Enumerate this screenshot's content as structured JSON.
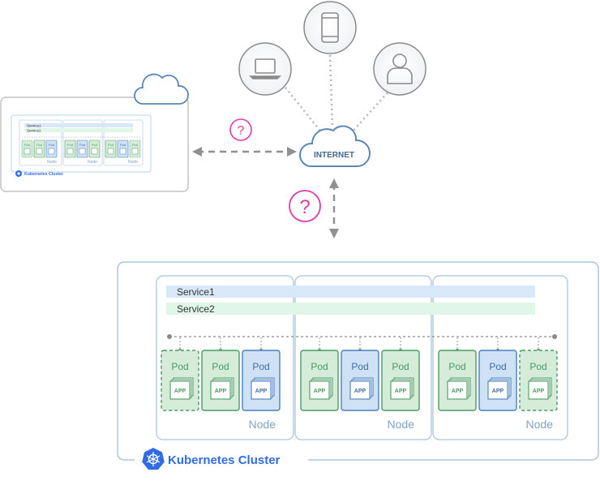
{
  "internet_label": "INTERNET",
  "question_mark": "?",
  "cluster": {
    "title": "Kubernetes Cluster",
    "services": [
      "Service1",
      "Service2"
    ],
    "nodes": [
      {
        "label": "Node",
        "pods": [
          {
            "label": "Pod",
            "app": "APP",
            "state": "pending"
          },
          {
            "label": "Pod",
            "app": "APP",
            "state": "running-green"
          },
          {
            "label": "Pod",
            "app": "APP",
            "state": "running-blue"
          }
        ]
      },
      {
        "label": "Node",
        "pods": [
          {
            "label": "Pod",
            "app": "APP",
            "state": "running-green"
          },
          {
            "label": "Pod",
            "app": "APP",
            "state": "running-blue"
          },
          {
            "label": "Pod",
            "app": "APP",
            "state": "running-green"
          }
        ]
      },
      {
        "label": "Node",
        "pods": [
          {
            "label": "Pod",
            "app": "APP",
            "state": "running-green"
          },
          {
            "label": "Pod",
            "app": "APP",
            "state": "running-blue"
          },
          {
            "label": "Pod",
            "app": "APP",
            "state": "pending"
          }
        ]
      }
    ]
  },
  "mini_cluster": {
    "title": "Kubernetes Cluster",
    "services": [
      "Service1",
      "Service2"
    ],
    "node_label": "Node",
    "pod_label": "Pod"
  },
  "devices": [
    "laptop-icon",
    "phone-icon",
    "user-icon"
  ],
  "colors": {
    "accent_blue": "#326ce5",
    "question_pink": "#e23aa6",
    "service1_fill": "#d9e8f8",
    "service2_fill": "#dff6e8",
    "pod_green_fill": "#d5ecd9",
    "pod_green_stroke": "#4c9a63",
    "pod_blue_fill": "#cfe1f5",
    "pod_blue_stroke": "#4a7fbf",
    "frame_stroke": "#a9c6df",
    "grey_icon": "#8a8a8a"
  }
}
